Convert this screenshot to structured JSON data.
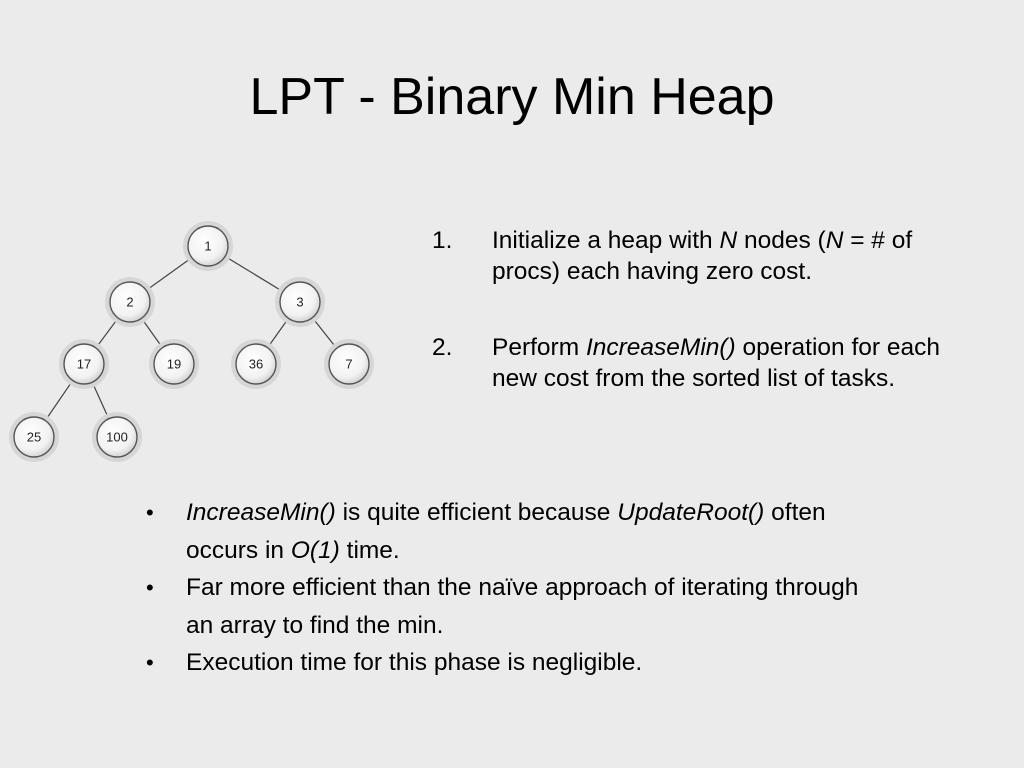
{
  "title": "LPT - Binary Min Heap",
  "heap": {
    "nodes": [
      {
        "id": "n1",
        "label": "1"
      },
      {
        "id": "n2",
        "label": "2"
      },
      {
        "id": "n3",
        "label": "3"
      },
      {
        "id": "n17",
        "label": "17"
      },
      {
        "id": "n19",
        "label": "19"
      },
      {
        "id": "n36",
        "label": "36"
      },
      {
        "id": "n7",
        "label": "7"
      },
      {
        "id": "n25",
        "label": "25"
      },
      {
        "id": "n100",
        "label": "100"
      }
    ],
    "edges": [
      [
        "n1",
        "n2"
      ],
      [
        "n1",
        "n3"
      ],
      [
        "n2",
        "n17"
      ],
      [
        "n2",
        "n19"
      ],
      [
        "n3",
        "n36"
      ],
      [
        "n3",
        "n7"
      ],
      [
        "n17",
        "n25"
      ],
      [
        "n17",
        "n100"
      ]
    ]
  },
  "steps": [
    {
      "number": "1.",
      "parts": [
        {
          "t": "Initialize a heap with "
        },
        {
          "t": "N",
          "i": true
        },
        {
          "t": " nodes ("
        },
        {
          "t": "N",
          "i": true
        },
        {
          "t": " = # of procs) each having zero cost."
        }
      ]
    },
    {
      "number": "2.",
      "parts": [
        {
          "t": "Perform "
        },
        {
          "t": "IncreaseMin()",
          "i": true
        },
        {
          "t": " operation for each new cost from the sorted list of tasks."
        }
      ]
    }
  ],
  "bullets": [
    {
      "symbol": "•",
      "parts": [
        {
          "t": "IncreaseMin()",
          "i": true
        },
        {
          "t": " is quite efficient because "
        },
        {
          "t": "UpdateRoot()",
          "i": true
        },
        {
          "t": " often occurs in "
        },
        {
          "t": "O(1)",
          "i": true
        },
        {
          "t": " time."
        }
      ]
    },
    {
      "symbol": "•",
      "parts": [
        {
          "t": "Far more efficient than the naïve approach of iterating through an array to find the min."
        }
      ]
    },
    {
      "symbol": "•",
      "parts": [
        {
          "t": "Execution time for this phase is negligible."
        }
      ]
    }
  ]
}
